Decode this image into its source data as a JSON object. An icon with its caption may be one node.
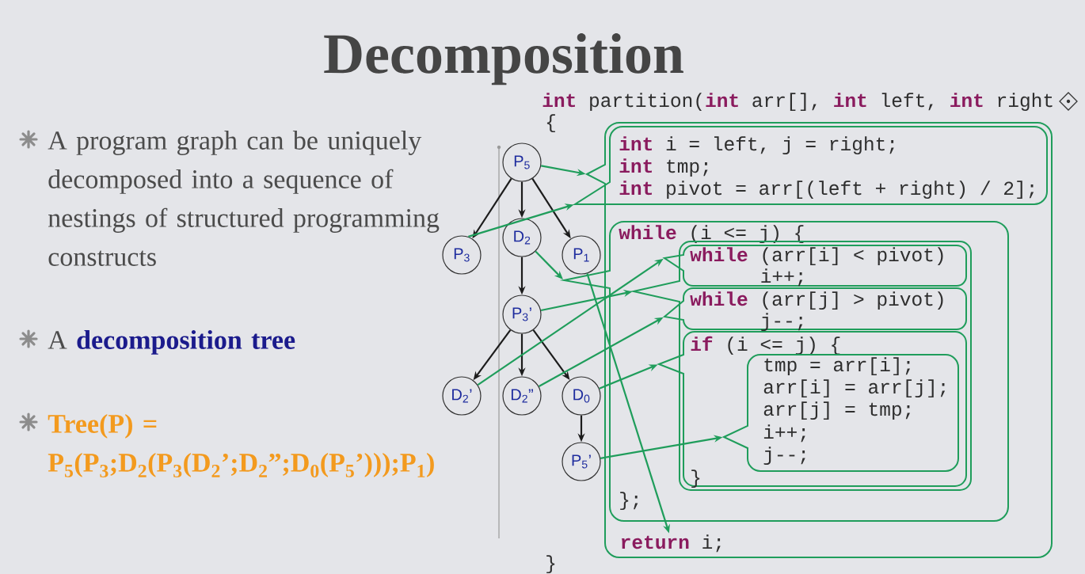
{
  "diagram": {
    "title": "Decomposition",
    "nodes": [
      {
        "text": [
          "P$_{5}$"
        ]
      },
      {
        "text": [
          "P$_{3}$"
        ]
      },
      {
        "text": [
          "D$_{2}$"
        ]
      },
      {
        "text": [
          "P$_{1}$"
        ]
      },
      {
        "text": [
          "P$_{3}$’"
        ]
      },
      {
        "text": [
          "D$_{2}$’"
        ]
      },
      {
        "text": [
          "D$_{2}$”"
        ]
      },
      {
        "text": [
          "D$_{0}$"
        ]
      },
      {
        "text": [
          "P$_{5}$’"
        ]
      },
      {
        "text": [],
        "shape": "box"
      },
      {
        "text": [
          "**int** i = left, j = right;",
          "**int** tmp;",
          "**int** pivot = arr[(left + right) / 2];"
        ],
        "in": 9
      },
      {
        "text": [
          "**while** (i <= j) {",
          "};"
        ],
        "in": 9
      },
      {
        "text": [],
        "shape": "box",
        "in": 11
      },
      {
        "text": [
          "**while** (arr[i] < pivot)",
          "i++;"
        ],
        "in": 12
      },
      {
        "text": [
          "**while** (arr[j] > pivot)",
          "j--;"
        ],
        "in": 12
      },
      {
        "text": [
          "**if** (i <= j) {",
          "}"
        ],
        "in": 12
      },
      {
        "text": [
          "tmp = arr[i];",
          "arr[i] = arr[j];",
          "arr[j] = tmp;",
          "i++;",
          "j--;"
        ],
        "in": 15
      },
      {
        "text": [
          "**return** i;"
        ],
        "in": 9
      }
    ],
    "edges": [
      {
        "from": 0,
        "to": 1,
        "arrow": "to",
        "color": "#1c1c1c"
      },
      {
        "from": 0,
        "to": 2,
        "arrow": "to",
        "color": "#1c1c1c"
      },
      {
        "from": 0,
        "to": 3,
        "arrow": "to",
        "color": "#1c1c1c"
      },
      {
        "from": 2,
        "to": 4,
        "arrow": "to",
        "color": "#1c1c1c"
      },
      {
        "from": 4,
        "to": 5,
        "arrow": "to",
        "color": "#1c1c1c"
      },
      {
        "from": 4,
        "to": 6,
        "arrow": "to",
        "color": "#1c1c1c"
      },
      {
        "from": 4,
        "to": 7,
        "arrow": "to",
        "color": "#1c1c1c"
      },
      {
        "from": 7,
        "to": 8,
        "arrow": "to",
        "color": "#1c1c1c"
      },
      {
        "from": 0,
        "to": 9,
        "arrow": "to"
      },
      {
        "from": 1,
        "to": 10,
        "arrow": "to"
      },
      {
        "from": 2,
        "to": 11,
        "arrow": "to"
      },
      {
        "from": 3,
        "to": 17,
        "arrow": "to"
      },
      {
        "from": 4,
        "to": 12,
        "arrow": "to"
      },
      {
        "from": 5,
        "to": 13,
        "arrow": "to"
      },
      {
        "from": 6,
        "to": 14,
        "arrow": "to"
      },
      {
        "from": 7,
        "to": 15,
        "arrow": "to"
      },
      {
        "from": 8,
        "to": 16,
        "arrow": "to"
      }
    ],
    "labels": [
      "A program graph can be uniquely decomposed into a sequence of nestings of structured programming constructs",
      "A **decomposition tree**",
      "Tree(P) = P$_{5}$(P$_{3}$;D$_{2}$(P$_{3}$(D$_{2}$’;D$_{2}$”;D$_{0}$(P$_{5}$’)));P$_{1}$)",
      "**int** partition(**int** arr[], **int** left, **int** right",
      "{",
      "}"
    ]
  }
}
